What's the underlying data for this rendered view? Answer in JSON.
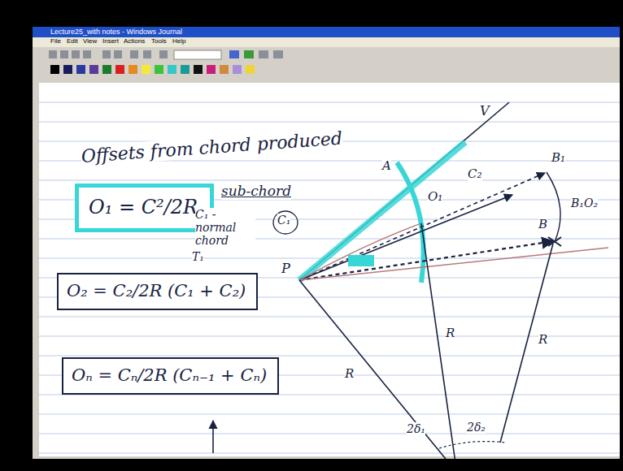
{
  "diagram": {
    "title": "Offsets from chord produced",
    "nodes": [
      {
        "text": [
          "O₁ = C²/2R"
        ]
      },
      {
        "text": [
          "O₂ = C₂/2R (C₁ + C₂)"
        ]
      },
      {
        "text": [
          "Oₙ = Cₙ/2R (Cₙ₋₁ + Cₙ)"
        ]
      }
    ],
    "labels": [
      "Lecture25_with notes - Windows Journal",
      "File",
      "Edit",
      "View",
      "Insert",
      "Actions",
      "Tools",
      "Help",
      "sub-chord",
      "C₁ - normal chord",
      "T₁",
      "P",
      "V",
      "A",
      "C₁",
      "O₁",
      "C₂",
      "B₁",
      "B₁O₂",
      "B",
      "R",
      "R",
      "R",
      "2δ₁",
      "2δ₂"
    ]
  }
}
